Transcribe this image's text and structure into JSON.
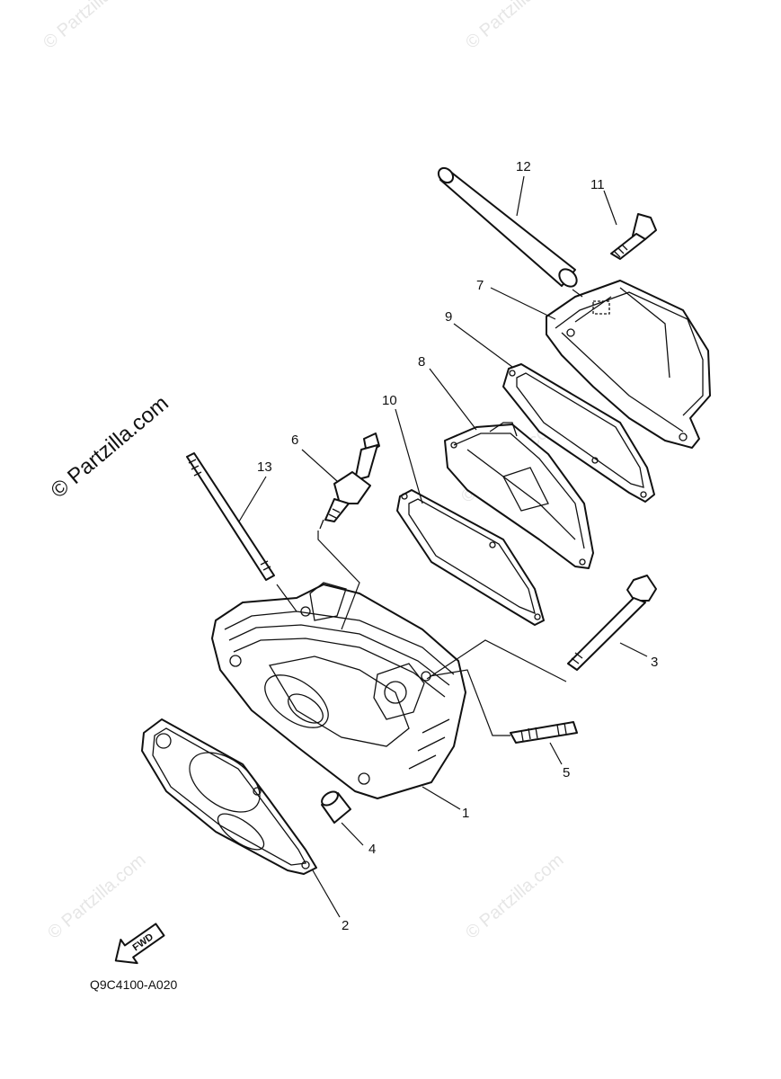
{
  "watermark": {
    "text": "© Partzilla.com"
  },
  "diagram_code": "Q9C4100-A020",
  "fwd_label": "FWD",
  "callouts": [
    "1",
    "2",
    "3",
    "4",
    "5",
    "6",
    "7",
    "8",
    "9",
    "10",
    "11",
    "12",
    "13"
  ]
}
